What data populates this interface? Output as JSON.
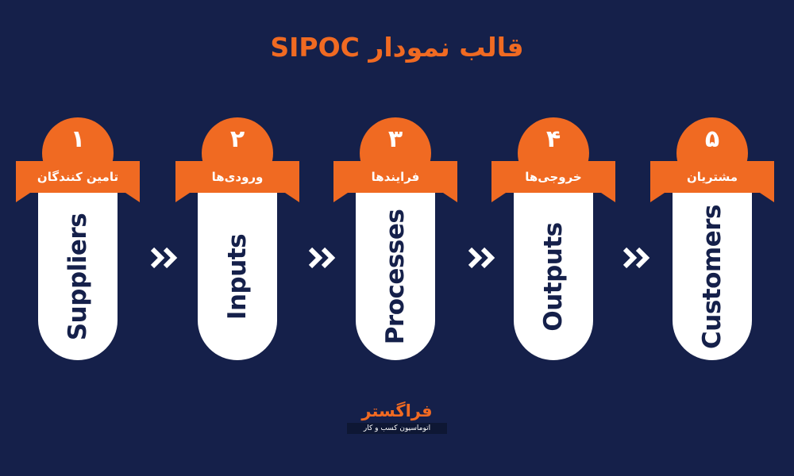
{
  "title": "قالب نمودار SIPOC",
  "steps": [
    {
      "number": "۱",
      "label_fa": "تامین کنندگان",
      "label_en": "Suppliers"
    },
    {
      "number": "۲",
      "label_fa": "ورودی‌ها",
      "label_en": "Inputs"
    },
    {
      "number": "۳",
      "label_fa": "فرایندها",
      "label_en": "Processes"
    },
    {
      "number": "۴",
      "label_fa": "خروجی‌ها",
      "label_en": "Outputs"
    },
    {
      "number": "۵",
      "label_fa": "مشتریان",
      "label_en": "Customers"
    }
  ],
  "arrow_icon": "double-chevron-right-icon",
  "logo": {
    "name": "فراگستر",
    "tagline": "اتوماسیون کسب و کار"
  },
  "colors": {
    "background": "#15204a",
    "accent": "#f06a22",
    "pill": "#ffffff",
    "text_dark": "#15204a"
  }
}
